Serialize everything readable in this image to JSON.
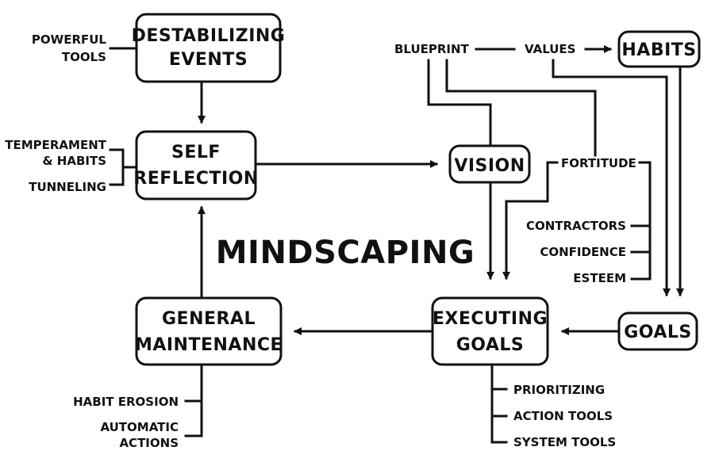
{
  "title": "MINDSCAPING",
  "nodes": {
    "destabilizing_events": [
      "DESTABILIZING",
      "EVENTS"
    ],
    "self_reflection": [
      "SELF",
      "REFLECTION"
    ],
    "vision": [
      "VISION"
    ],
    "habits": [
      "HABITS"
    ],
    "goals": [
      "GOALS"
    ],
    "executing_goals": [
      "EXECUTING",
      "GOALS"
    ],
    "general_maintenance": [
      "GENERAL",
      "MAINTENANCE"
    ]
  },
  "labels": {
    "powerful_tools": [
      "POWERFUL",
      "TOOLS"
    ],
    "temperament_habits": [
      "TEMPERAMENT",
      "& HABITS"
    ],
    "tunneling": "TUNNELING",
    "blueprint": "BLUEPRINT",
    "values": "VALUES",
    "fortitude": "FORTITUDE",
    "contractors": "CONTRACTORS",
    "confidence": "CONFIDENCE",
    "esteem": "ESTEEM",
    "prioritizing": "PRIORITIZING",
    "action_tools": "ACTION TOOLS",
    "system_tools": "SYSTEM TOOLS",
    "habit_erosion": "HABIT EROSION",
    "automatic_actions": [
      "AUTOMATIC",
      "ACTIONS"
    ]
  }
}
